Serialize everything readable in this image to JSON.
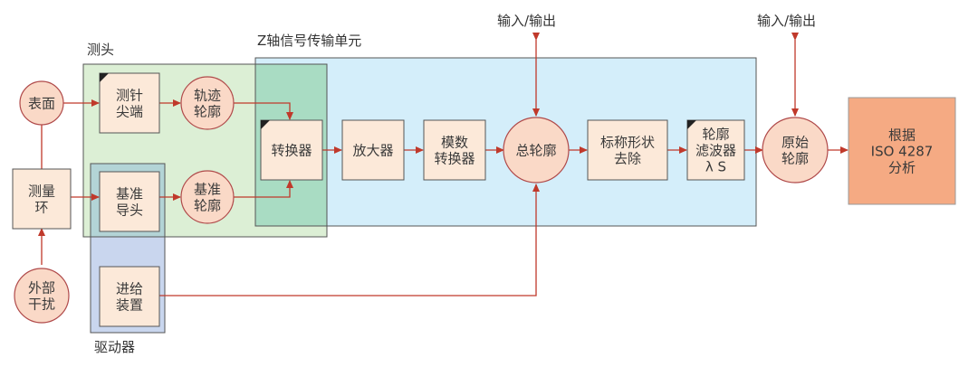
{
  "groups": {
    "probe": "测头",
    "z_unit": "Z轴信号传输单元",
    "drive": "驱动器"
  },
  "io_labels": {
    "io1": "输入/输出",
    "io2": "输入/输出"
  },
  "nodes": {
    "surface": [
      "表面"
    ],
    "loop": [
      "测量",
      "环"
    ],
    "disturb": [
      "外部",
      "干扰"
    ],
    "tip": [
      "测针",
      "尖端"
    ],
    "track": [
      "轨迹",
      "轮廓"
    ],
    "guide": [
      "基准",
      "导头"
    ],
    "ref_profile": [
      "基准",
      "轮廓"
    ],
    "feed": [
      "进给",
      "装置"
    ],
    "converter": [
      "转换器"
    ],
    "amplifier": [
      "放大器"
    ],
    "adc": [
      "模数",
      "转换器"
    ],
    "total": [
      "总轮廓"
    ],
    "nominal": [
      "标称形状",
      "去除"
    ],
    "filter": [
      "轮廓",
      "滤波器",
      "λ S"
    ],
    "primary": [
      "原始",
      "轮廓"
    ],
    "analysis": [
      "根据",
      "ISO 4287",
      "分析"
    ]
  },
  "colors": {
    "probe_region": "#dcefd5",
    "z_region": "#d4eefa",
    "drive_region": "#c9d6ee",
    "overlap_region": "#a9dcc3",
    "box_fill": "#fce9d9",
    "circle_fill": "#fad9c7",
    "final_fill": "#f5aa83",
    "arrow": "#c0392b"
  }
}
